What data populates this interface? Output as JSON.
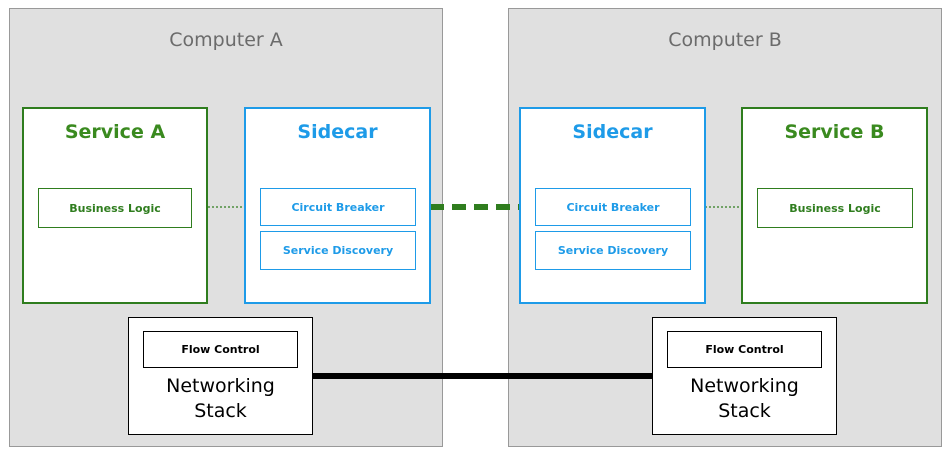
{
  "computers": [
    {
      "title": "Computer A",
      "service": {
        "title": "Service A",
        "inner": "Business Logic"
      },
      "sidecar": {
        "title": "Sidecar",
        "items": [
          "Circuit Breaker",
          "Service Discovery"
        ]
      },
      "networking": {
        "flow_control": "Flow Control",
        "line1": "Networking",
        "line2": "Stack"
      }
    },
    {
      "title": "Computer B",
      "service": {
        "title": "Service B",
        "inner": "Business Logic"
      },
      "sidecar": {
        "title": "Sidecar",
        "items": [
          "Circuit Breaker",
          "Service Discovery"
        ]
      },
      "networking": {
        "flow_control": "Flow Control",
        "line1": "Networking",
        "line2": "Stack"
      }
    }
  ],
  "colors": {
    "service_green": "#2f7d1e",
    "sidecar_blue": "#1e9be8",
    "computer_bg": "#e0e0e0"
  }
}
